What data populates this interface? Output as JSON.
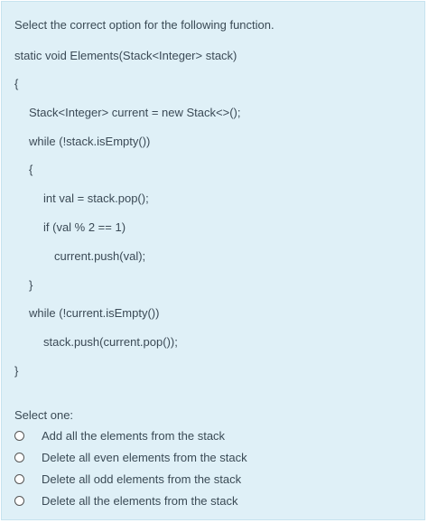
{
  "question": {
    "prompt": "Select the correct option for the following function.",
    "code_lines": [
      "static void Elements(Stack<Integer> stack)",
      "{",
      "Stack<Integer> current = new Stack<>();",
      "while (!stack.isEmpty())",
      "{",
      "int val = stack.pop();",
      "if (val % 2 == 1)",
      "current.push(val);",
      "}",
      "while (!current.isEmpty())",
      "stack.push(current.pop());",
      "}"
    ]
  },
  "answer": {
    "label": "Select one:",
    "options": [
      "Add all the elements from the stack",
      "Delete all even elements from the stack",
      "Delete all odd elements from the stack",
      "Delete all the elements from the stack"
    ]
  },
  "colors": {
    "card_background": "#dff0f7",
    "text": "#3a4a55"
  }
}
